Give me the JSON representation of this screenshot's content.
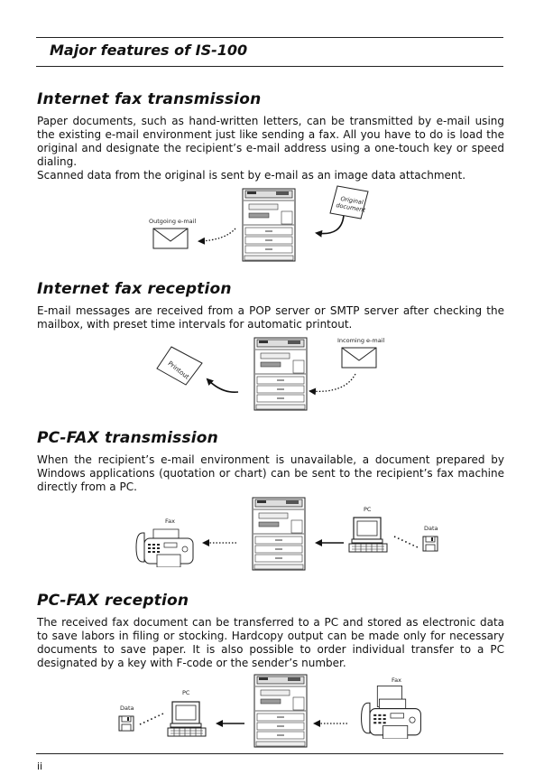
{
  "page": {
    "title": "Major features of IS-100",
    "page_number": "ii"
  },
  "sections": [
    {
      "heading": "Internet fax transmission",
      "paragraphs": [
        "Paper documents, such as hand-written letters, can be transmitted by e-mail using the existing e-mail environment just like sending a fax.  All you have to do is load the original and designate the recipient’s e-mail address using a one-touch key or speed dialing.",
        "Scanned data from the original is sent by e-mail as an image data attachment."
      ],
      "labels": {
        "outgoing": "Outgoing e-mail",
        "original_line1": "Original",
        "original_line2": "document"
      }
    },
    {
      "heading": "Internet fax reception",
      "paragraphs": [
        "E-mail messages are received from a POP server or SMTP server after checking the mailbox, with preset time intervals for automatic printout."
      ],
      "labels": {
        "incoming": "Incoming e-mail",
        "printout": "Printout"
      }
    },
    {
      "heading": "PC-FAX transmission",
      "paragraphs": [
        "When the recipient’s e-mail environment is unavailable, a document prepared by Windows applications (quotation or chart) can be sent to the recipient’s fax machine directly from a PC."
      ],
      "labels": {
        "fax": "Fax",
        "pc": "PC",
        "data": "Data"
      }
    },
    {
      "heading": "PC-FAX reception",
      "paragraphs": [
        "The received fax document can be transferred to a PC and stored as electronic data to save labors in filing or stocking.  Hardcopy output can be made only for necessary documents to save paper.  It is also possible to order individual transfer to a PC designated by a key with F-code or the sender’s number."
      ],
      "labels": {
        "fax": "Fax",
        "pc": "PC",
        "data": "Data"
      }
    }
  ]
}
